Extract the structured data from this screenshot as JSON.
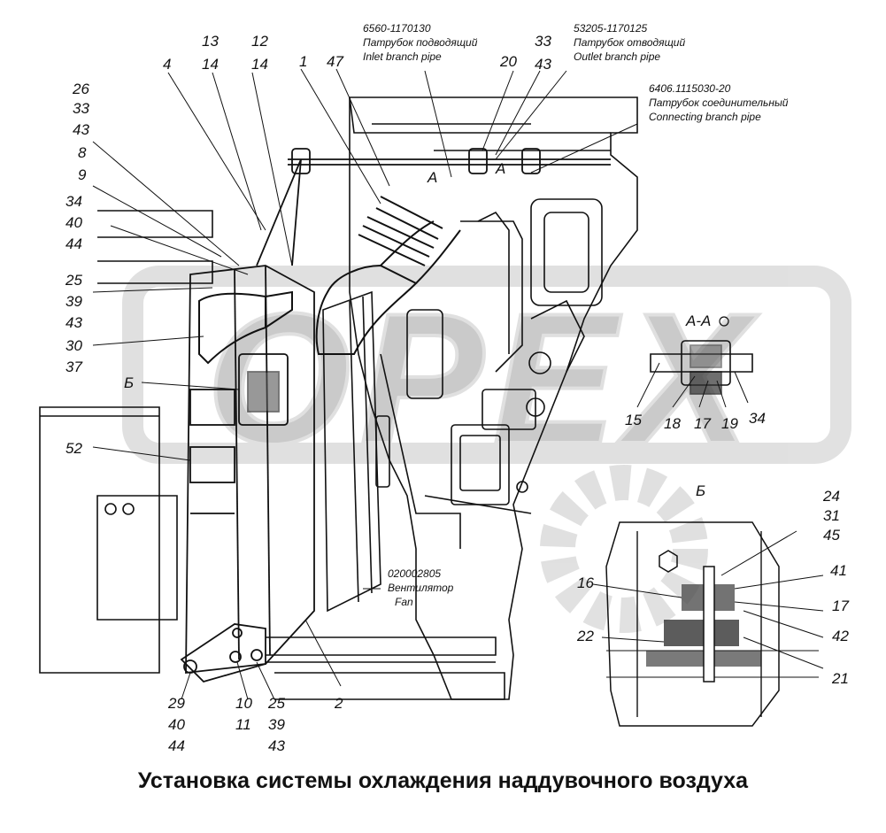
{
  "caption": "Установка системы охлаждения наддувочного воздуха",
  "watermark": "OPEX",
  "section_marks": {
    "a_left": "А",
    "a_right": "А",
    "b_top": "Б",
    "b_bottom": "Б",
    "aa_view": "А-А"
  },
  "part_notes": [
    {
      "code": "6560-1170130",
      "ru": "Патрубок подводящий",
      "en": "Inlet branch pipe"
    },
    {
      "code": "53205-1170125",
      "ru": "Патрубок отводящий",
      "en": "Outlet branch pipe"
    },
    {
      "code": "6406.1115030-20",
      "ru": "Патрубок соединительный",
      "en": "Connecting  branch pipe"
    },
    {
      "code": "020002805",
      "ru": "Вентилятор",
      "en": "Fan"
    }
  ],
  "callouts": {
    "c13": "13",
    "c14a": "14",
    "c12": "12",
    "c14b": "14",
    "c4": "4",
    "c1": "1",
    "c47": "47",
    "c20": "20",
    "c33a": "33",
    "c43a": "43",
    "c26": "26",
    "c33b": "33",
    "c43b": "43",
    "c8": "8",
    "c9": "9",
    "c34a": "34",
    "c40a": "40",
    "c44a": "44",
    "c25a": "25",
    "c39a": "39",
    "c43c": "43",
    "c30": "30",
    "c37": "37",
    "c52": "52",
    "c15": "15",
    "c18": "18",
    "c17a": "17",
    "c19": "19",
    "c34b": "34",
    "c24": "24",
    "c31": "31",
    "c45": "45",
    "c16": "16",
    "c41": "41",
    "c17b": "17",
    "c42": "42",
    "c22": "22",
    "c21": "21",
    "c2": "2",
    "c29": "29",
    "c40b": "40",
    "c44b": "44",
    "c10": "10",
    "c11": "11",
    "c25b": "25",
    "c39b": "39",
    "c43d": "43"
  }
}
